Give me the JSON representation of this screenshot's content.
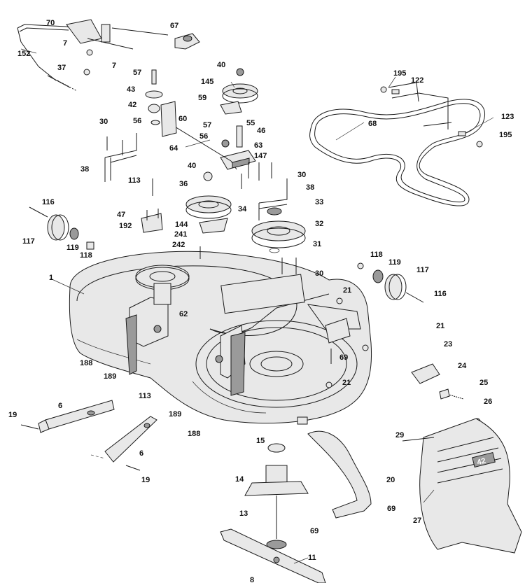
{
  "diagram": {
    "colors": {
      "line": "#1a1a1a",
      "fill": "#e8e8e8",
      "shade": "#9a9a9a",
      "text": "#111111"
    },
    "callouts": [
      {
        "id": "c70",
        "text": "70"
      },
      {
        "id": "c67",
        "text": "67"
      },
      {
        "id": "c152",
        "text": "152"
      },
      {
        "id": "c7a",
        "text": "7"
      },
      {
        "id": "c7b",
        "text": "7"
      },
      {
        "id": "c37",
        "text": "37"
      },
      {
        "id": "c40a",
        "text": "40"
      },
      {
        "id": "c57a",
        "text": "57"
      },
      {
        "id": "c145",
        "text": "145"
      },
      {
        "id": "c43",
        "text": "43"
      },
      {
        "id": "c59",
        "text": "59"
      },
      {
        "id": "c42",
        "text": "42"
      },
      {
        "id": "c60",
        "text": "60"
      },
      {
        "id": "c56a",
        "text": "56"
      },
      {
        "id": "c57b",
        "text": "57"
      },
      {
        "id": "c55",
        "text": "55"
      },
      {
        "id": "c30a",
        "text": "30"
      },
      {
        "id": "c56b",
        "text": "56"
      },
      {
        "id": "c46",
        "text": "46"
      },
      {
        "id": "c64",
        "text": "64"
      },
      {
        "id": "c63",
        "text": "63"
      },
      {
        "id": "c147",
        "text": "147"
      },
      {
        "id": "c38a",
        "text": "38"
      },
      {
        "id": "c40b",
        "text": "40"
      },
      {
        "id": "c30b",
        "text": "30"
      },
      {
        "id": "c113a",
        "text": "113"
      },
      {
        "id": "c36",
        "text": "36"
      },
      {
        "id": "c38b",
        "text": "38"
      },
      {
        "id": "c116a",
        "text": "116"
      },
      {
        "id": "c34",
        "text": "34"
      },
      {
        "id": "c33",
        "text": "33"
      },
      {
        "id": "c47",
        "text": "47"
      },
      {
        "id": "c144",
        "text": "144"
      },
      {
        "id": "c192",
        "text": "192"
      },
      {
        "id": "c32",
        "text": "32"
      },
      {
        "id": "c241",
        "text": "241"
      },
      {
        "id": "c117a",
        "text": "117"
      },
      {
        "id": "c119a",
        "text": "119"
      },
      {
        "id": "c242",
        "text": "242"
      },
      {
        "id": "c31",
        "text": "31"
      },
      {
        "id": "c118a",
        "text": "118"
      },
      {
        "id": "c118b",
        "text": "118"
      },
      {
        "id": "c119b",
        "text": "119"
      },
      {
        "id": "c30c",
        "text": "30"
      },
      {
        "id": "c117b",
        "text": "117"
      },
      {
        "id": "c1",
        "text": "1"
      },
      {
        "id": "c21a",
        "text": "21"
      },
      {
        "id": "c116b",
        "text": "116"
      },
      {
        "id": "c62",
        "text": "62"
      },
      {
        "id": "c21b",
        "text": "21"
      },
      {
        "id": "c23",
        "text": "23"
      },
      {
        "id": "c188a",
        "text": "188"
      },
      {
        "id": "c69a",
        "text": "69"
      },
      {
        "id": "c189a",
        "text": "189"
      },
      {
        "id": "c24",
        "text": "24"
      },
      {
        "id": "c21c",
        "text": "21"
      },
      {
        "id": "c113b",
        "text": "113"
      },
      {
        "id": "c25",
        "text": "25"
      },
      {
        "id": "c6a",
        "text": "6"
      },
      {
        "id": "c19a",
        "text": "19"
      },
      {
        "id": "c189b",
        "text": "189"
      },
      {
        "id": "c26",
        "text": "26"
      },
      {
        "id": "c188b",
        "text": "188"
      },
      {
        "id": "c29",
        "text": "29"
      },
      {
        "id": "c15",
        "text": "15"
      },
      {
        "id": "c6b",
        "text": "6"
      },
      {
        "id": "c14",
        "text": "14"
      },
      {
        "id": "c19b",
        "text": "19"
      },
      {
        "id": "c20",
        "text": "20"
      },
      {
        "id": "c69b",
        "text": "69"
      },
      {
        "id": "c13",
        "text": "13"
      },
      {
        "id": "c69c",
        "text": "69"
      },
      {
        "id": "c27",
        "text": "27"
      },
      {
        "id": "c11",
        "text": "11"
      },
      {
        "id": "c8",
        "text": "8"
      },
      {
        "id": "c195a",
        "text": "195"
      },
      {
        "id": "c122",
        "text": "122"
      },
      {
        "id": "c68",
        "text": "68"
      },
      {
        "id": "c123",
        "text": "123"
      },
      {
        "id": "c195b",
        "text": "195"
      }
    ],
    "shield_marking": "42"
  }
}
